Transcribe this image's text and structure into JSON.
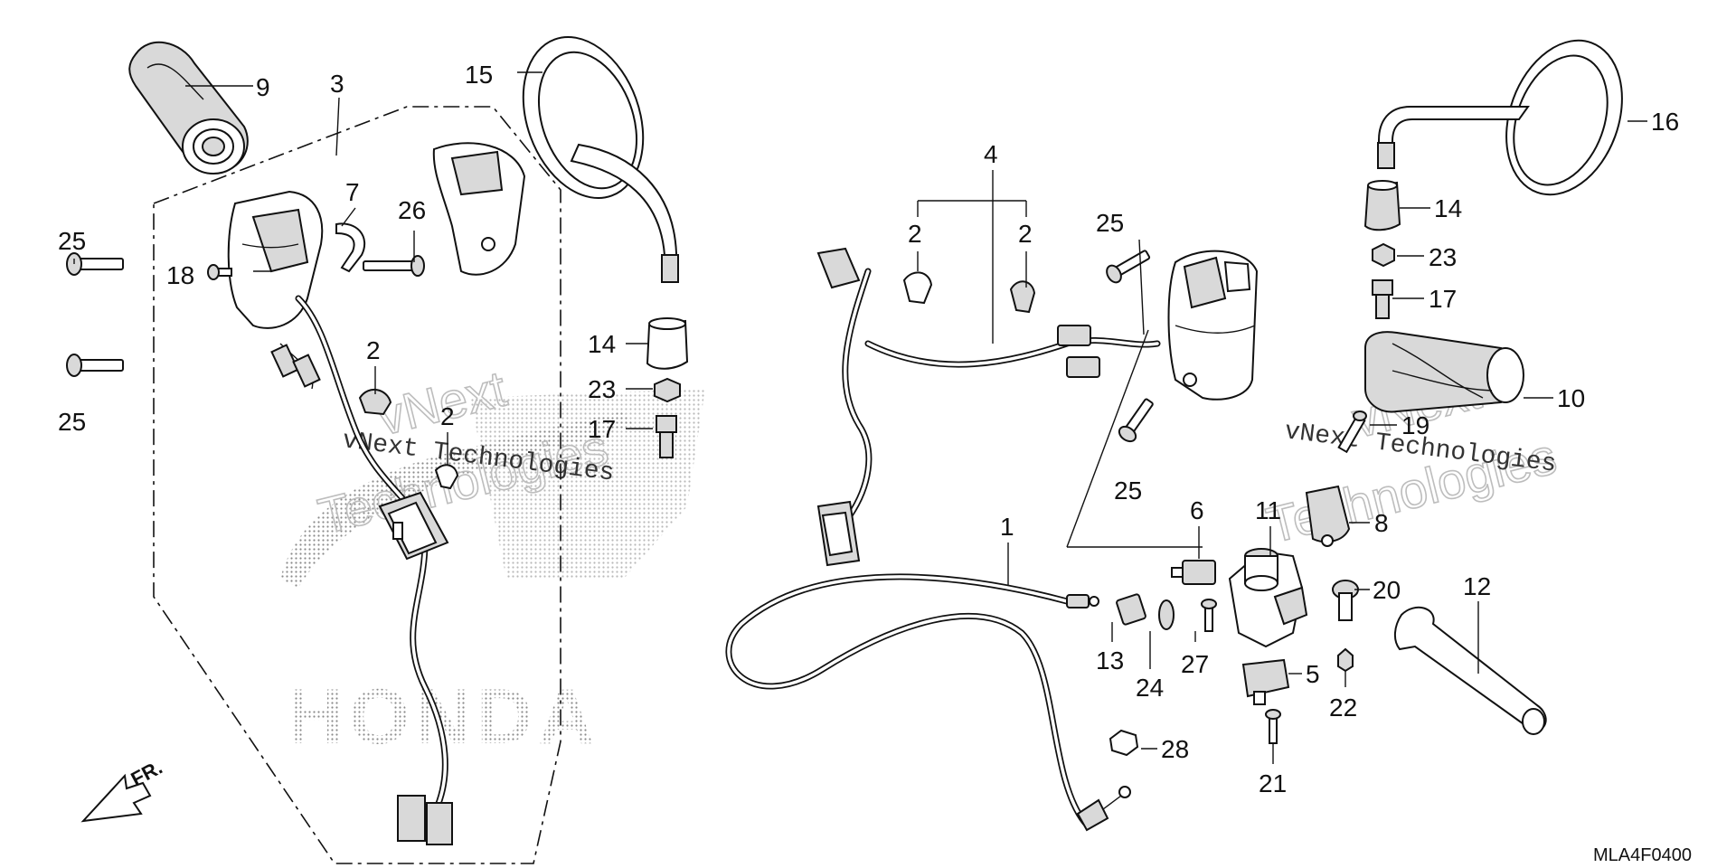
{
  "diagram": {
    "callouts": [
      {
        "id": "c9",
        "text": "9"
      },
      {
        "id": "c3",
        "text": "3"
      },
      {
        "id": "c15",
        "text": "15"
      },
      {
        "id": "c7",
        "text": "7"
      },
      {
        "id": "c26",
        "text": "26"
      },
      {
        "id": "c25a",
        "text": "25"
      },
      {
        "id": "c18",
        "text": "18"
      },
      {
        "id": "c25b",
        "text": "25"
      },
      {
        "id": "c2a",
        "text": "2"
      },
      {
        "id": "c2b",
        "text": "2"
      },
      {
        "id": "c14a",
        "text": "14"
      },
      {
        "id": "c23a",
        "text": "23"
      },
      {
        "id": "c17a",
        "text": "17"
      },
      {
        "id": "c4",
        "text": "4"
      },
      {
        "id": "c2c",
        "text": "2"
      },
      {
        "id": "c2d",
        "text": "2"
      },
      {
        "id": "c25c",
        "text": "25"
      },
      {
        "id": "c25d",
        "text": "25"
      },
      {
        "id": "c16",
        "text": "16"
      },
      {
        "id": "c14b",
        "text": "14"
      },
      {
        "id": "c23b",
        "text": "23"
      },
      {
        "id": "c17b",
        "text": "17"
      },
      {
        "id": "c10",
        "text": "10"
      },
      {
        "id": "c19",
        "text": "19"
      },
      {
        "id": "c8",
        "text": "8"
      },
      {
        "id": "c6",
        "text": "6"
      },
      {
        "id": "c11",
        "text": "11"
      },
      {
        "id": "c1",
        "text": "1"
      },
      {
        "id": "c20",
        "text": "20"
      },
      {
        "id": "c12",
        "text": "12"
      },
      {
        "id": "c13",
        "text": "13"
      },
      {
        "id": "c24",
        "text": "24"
      },
      {
        "id": "c27",
        "text": "27"
      },
      {
        "id": "c5",
        "text": "5"
      },
      {
        "id": "c22",
        "text": "22"
      },
      {
        "id": "c28",
        "text": "28"
      },
      {
        "id": "c21",
        "text": "21"
      }
    ],
    "front_label": "FR.",
    "diagram_code": "MLA4F0400",
    "watermark": {
      "line1": "vNext Technologies",
      "outline_word1": "vNext",
      "outline_word2": "Technologies"
    },
    "brand_watermark": "HONDA"
  }
}
